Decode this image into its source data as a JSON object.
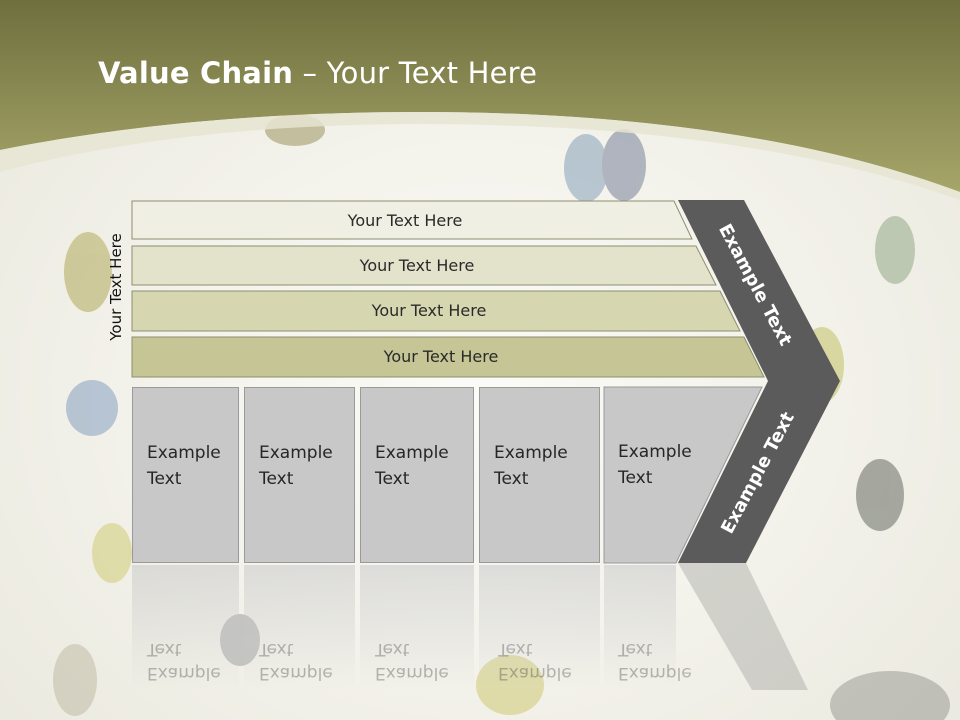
{
  "slide": {
    "title_bold": "Value Chain",
    "title_rest": " – Your Text Here",
    "vertical_label": "Your Text Here",
    "bars": [
      "Your Text Here",
      "Your Text Here",
      "Your Text Here",
      "Your Text Here"
    ],
    "boxes": [
      {
        "line1": "Example",
        "line2": "Text"
      },
      {
        "line1": "Example",
        "line2": "Text"
      },
      {
        "line1": "Example",
        "line2": "Text"
      },
      {
        "line1": "Example",
        "line2": "Text"
      },
      {
        "line1": "Example",
        "line2": "Text"
      }
    ],
    "chevron_upper": "Example Text",
    "chevron_lower": "Example Text"
  },
  "colors": {
    "header_olive": "#8d8d52",
    "bar_light": "#efefe3",
    "bar_mid": "#e3e3cc",
    "bar_dark": "#d6d6b0",
    "bar_darkest": "#c5c595",
    "box_gray": "#c8c8c8",
    "chevron_dark": "#5b5b5b"
  },
  "icons": [
    "bird-image"
  ]
}
